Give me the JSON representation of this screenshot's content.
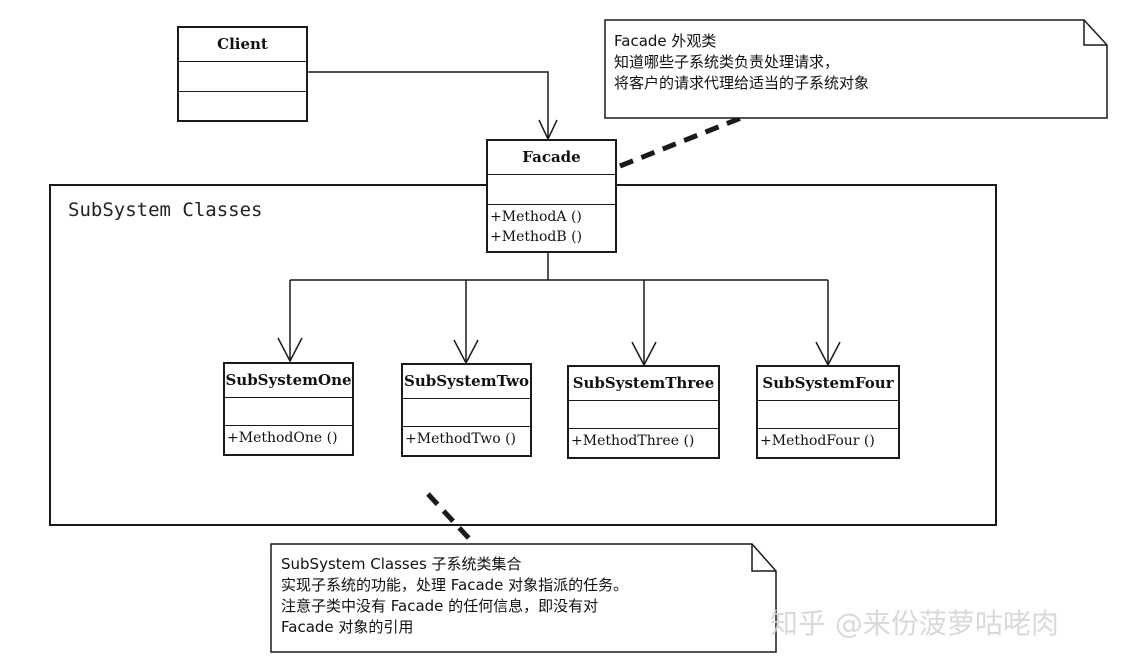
{
  "package": {
    "label": "SubSystem Classes"
  },
  "classes": {
    "client": {
      "name": "Client",
      "operations": []
    },
    "facade": {
      "name": "Facade",
      "operations": [
        "+MethodA ()",
        "+MethodB ()"
      ]
    },
    "subsystem_one": {
      "name": "SubSystemOne",
      "operations": [
        "+MethodOne ()"
      ]
    },
    "subsystem_two": {
      "name": "SubSystemTwo",
      "operations": [
        "+MethodTwo ()"
      ]
    },
    "subsystem_three": {
      "name": "SubSystemThree",
      "operations": [
        "+MethodThree ()"
      ]
    },
    "subsystem_four": {
      "name": "SubSystemFour",
      "operations": [
        "+MethodFour ()"
      ]
    }
  },
  "notes": {
    "facade_note": {
      "lines": [
        "Facade  外观类",
        "知道哪些子系统类负责处理请求，",
        "将客户的请求代理给适当的子系统对象"
      ]
    },
    "subsystem_note": {
      "lines": [
        "SubSystem Classes   子系统类集合",
        "实现子系统的功能，处理 Facade 对象指派的任务。",
        "注意子类中没有 Facade 的任何信息，即没有对",
        "Facade 对象的引用"
      ]
    }
  },
  "watermark": "知乎 @来份菠萝咕咾肉",
  "colors": {
    "line": "#1a1a1a",
    "background": "#ffffff"
  }
}
